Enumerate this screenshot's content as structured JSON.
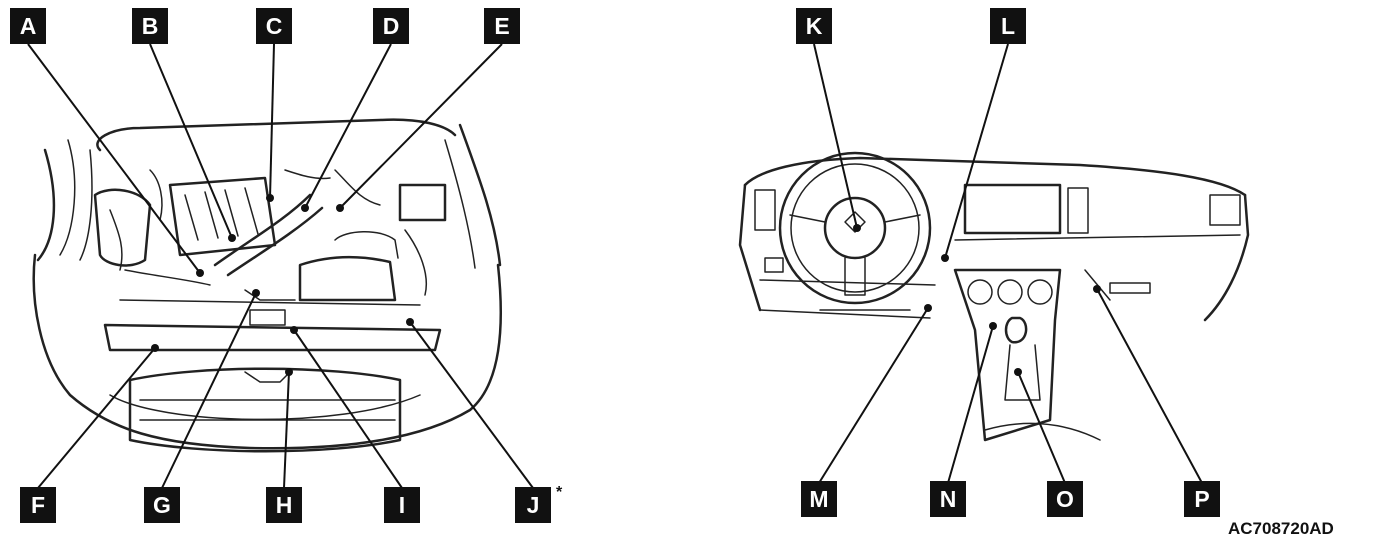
{
  "figure_code": "AC708720AD",
  "asterisk": "*",
  "engine_bay_labels": [
    {
      "id": "a",
      "text": "A"
    },
    {
      "id": "b",
      "text": "B"
    },
    {
      "id": "c",
      "text": "C"
    },
    {
      "id": "d",
      "text": "D"
    },
    {
      "id": "e",
      "text": "E"
    },
    {
      "id": "f",
      "text": "F"
    },
    {
      "id": "g",
      "text": "G"
    },
    {
      "id": "h",
      "text": "H"
    },
    {
      "id": "i",
      "text": "I"
    },
    {
      "id": "j",
      "text": "J"
    }
  ],
  "interior_labels": [
    {
      "id": "k",
      "text": "K"
    },
    {
      "id": "l",
      "text": "L"
    },
    {
      "id": "m",
      "text": "M"
    },
    {
      "id": "n",
      "text": "N"
    },
    {
      "id": "o",
      "text": "O"
    },
    {
      "id": "p",
      "text": "P"
    }
  ]
}
